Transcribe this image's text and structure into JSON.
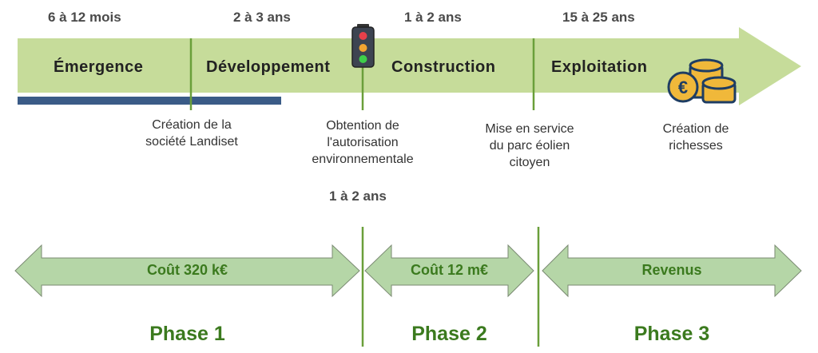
{
  "timeline": {
    "durations": [
      "6 à 12 mois",
      "2 à 3 ans",
      "1 à 2 ans",
      "15 à 25 ans"
    ],
    "stages": [
      "Émergence",
      "Développement",
      "Construction",
      "Exploitation"
    ],
    "milestones": [
      [
        "Création de la",
        "société Landiset"
      ],
      [
        "Obtention de",
        "l'autorisation",
        "environnementale"
      ],
      [
        "Mise en service",
        "du parc éolien",
        "citoyen"
      ],
      [
        "Création de",
        "richesses"
      ]
    ],
    "authorization_duration": "1 à 2 ans"
  },
  "phases": [
    {
      "label": "Phase 1",
      "arrow_label": "Coût 320 k€"
    },
    {
      "label": "Phase 2",
      "arrow_label": "Coût 12 m€"
    },
    {
      "label": "Phase 3",
      "arrow_label": "Revenus"
    }
  ],
  "colors": {
    "band": "#c6dc9a",
    "line": "#6a9f3a",
    "bar": "#3a5b87",
    "phase_arrow": "#b5d6a7",
    "phase_text": "#3b7a1e"
  }
}
